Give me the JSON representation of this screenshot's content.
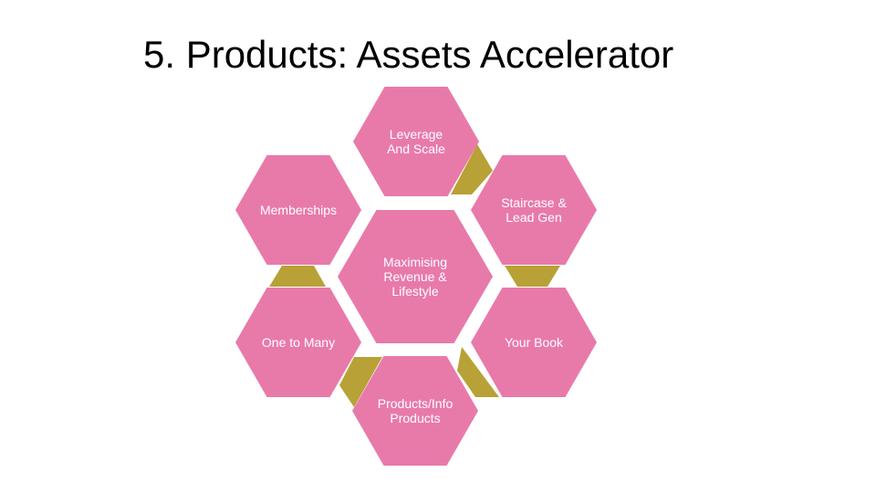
{
  "title": "5. Products: Assets Accelerator",
  "colors": {
    "hex_fill": "#E87AAA",
    "connector_fill": "#B8A136"
  },
  "center": {
    "lines": [
      "Maximising",
      "Revenue &",
      "Lifestyle"
    ]
  },
  "nodes": [
    {
      "name": "leverage-and-scale",
      "lines": [
        "Leverage",
        "And Scale"
      ]
    },
    {
      "name": "staircase-lead-gen",
      "lines": [
        "Staircase &",
        "Lead Gen"
      ]
    },
    {
      "name": "your-book",
      "lines": [
        "Your Book"
      ]
    },
    {
      "name": "products-info-products",
      "lines": [
        "Products/Info",
        "Products"
      ]
    },
    {
      "name": "one-to-many",
      "lines": [
        "One to Many"
      ]
    },
    {
      "name": "memberships",
      "lines": [
        "Memberships"
      ]
    }
  ]
}
